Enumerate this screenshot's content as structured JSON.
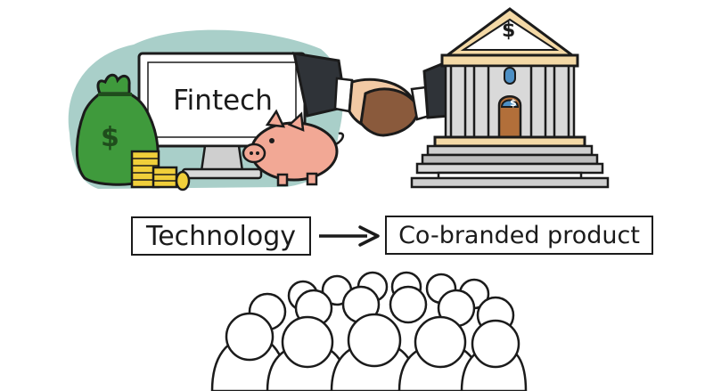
{
  "monitor": {
    "text": "Fintech"
  },
  "money_bag": {
    "symbol": "$"
  },
  "bank": {
    "symbol": "$",
    "door_symbol": "$"
  },
  "flow": {
    "source": "Technology",
    "target": "Co-branded product"
  },
  "colors": {
    "blob": "#a9cfc9",
    "bag": "#3f9a3c",
    "coins": "#f0cf3a",
    "piggy": "#f2a895",
    "bank_roof": "#f4d9a6",
    "bank_body": "#d9d9d9",
    "door": "#4d8fc4",
    "suit": "#2f3338",
    "ink": "#1b1b1b"
  }
}
